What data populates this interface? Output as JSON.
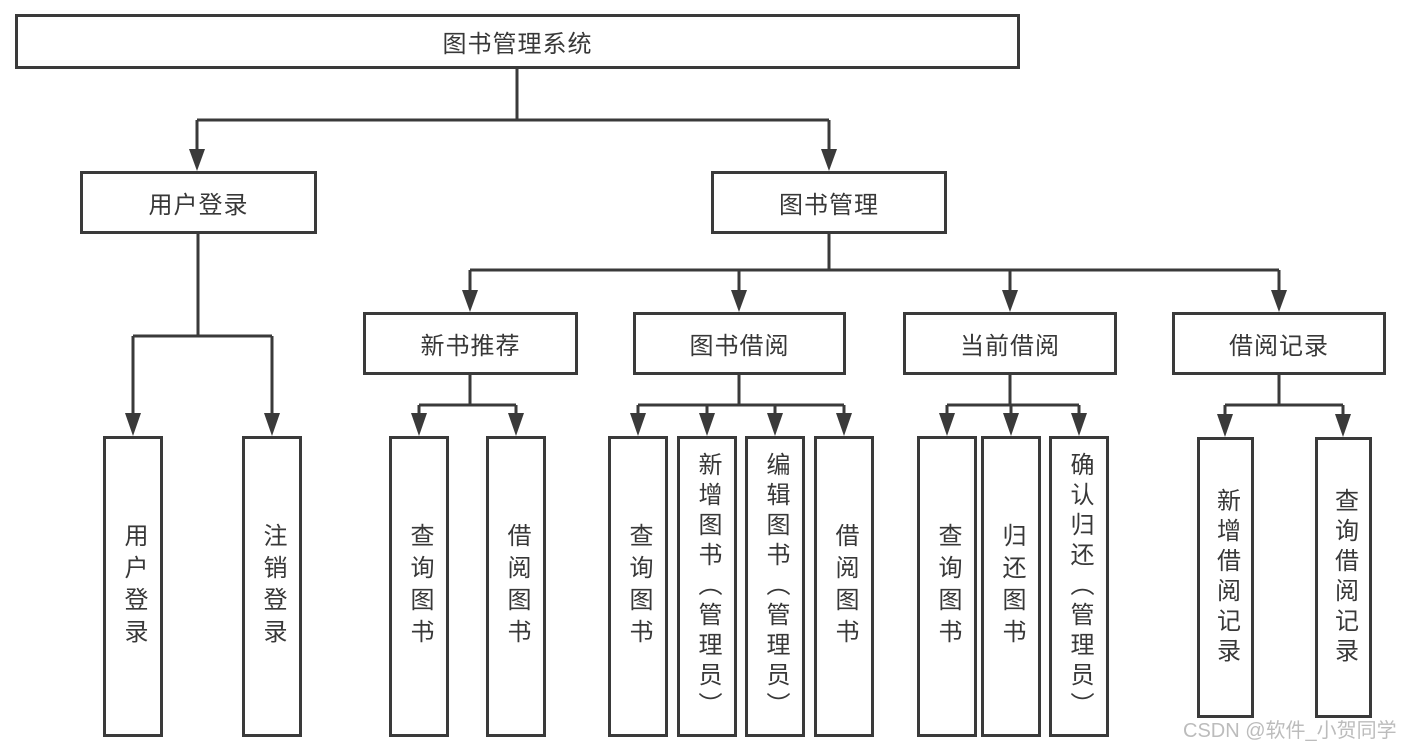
{
  "tree": {
    "label": "图书管理系统",
    "children": [
      {
        "label": "用户登录",
        "children": [
          {
            "label": "用户登录"
          },
          {
            "label": "注销登录"
          }
        ]
      },
      {
        "label": "图书管理",
        "children": [
          {
            "label": "新书推荐",
            "children": [
              {
                "label": "查询图书"
              },
              {
                "label": "借阅图书"
              }
            ]
          },
          {
            "label": "图书借阅",
            "children": [
              {
                "label": "查询图书"
              },
              {
                "label": "新增图书（管理员）"
              },
              {
                "label": "编辑图书（管理员）"
              },
              {
                "label": "借阅图书"
              }
            ]
          },
          {
            "label": "当前借阅",
            "children": [
              {
                "label": "查询图书"
              },
              {
                "label": "归还图书"
              },
              {
                "label": "确认归还（管理员）"
              }
            ]
          },
          {
            "label": "借阅记录",
            "children": [
              {
                "label": "新增借阅记录"
              },
              {
                "label": "查询借阅记录"
              }
            ]
          }
        ]
      }
    ]
  },
  "watermark": {
    "text": "CSDN @软件_小贺同学"
  },
  "colors": {
    "line": "#3a3a3a",
    "text": "#383838",
    "background": "#ffffff",
    "watermark": "#bcbcbc"
  }
}
